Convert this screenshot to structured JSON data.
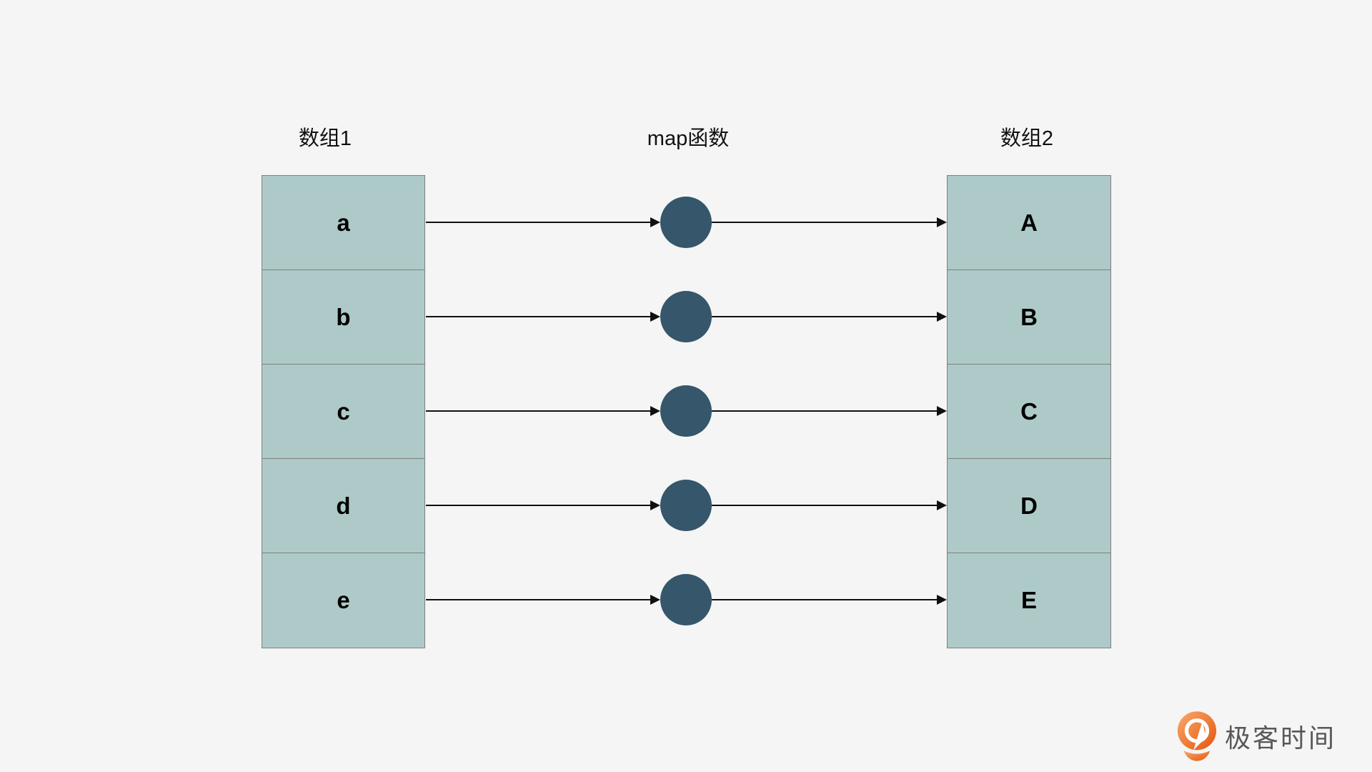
{
  "diagram": {
    "headers": {
      "left": "数组1",
      "middle": "map函数",
      "right": "数组2"
    },
    "array1": {
      "cells": [
        "a",
        "b",
        "c",
        "d",
        "e"
      ]
    },
    "array2": {
      "cells": [
        "A",
        "B",
        "C",
        "D",
        "E"
      ]
    },
    "colors": {
      "background": "#f4f5f4",
      "cell_fill": "#adcac8",
      "cell_border": "#7f7f7f",
      "node_fill": "#35566b",
      "arrow": "#101010"
    },
    "icons": {
      "node": "map-function-node-circle",
      "arrow": "right-arrow"
    }
  },
  "footer": {
    "logo_text": "极客时间",
    "logo_colors": {
      "orange_light": "#f9a96a",
      "orange_dark": "#e4560e",
      "text": "#595757"
    }
  }
}
